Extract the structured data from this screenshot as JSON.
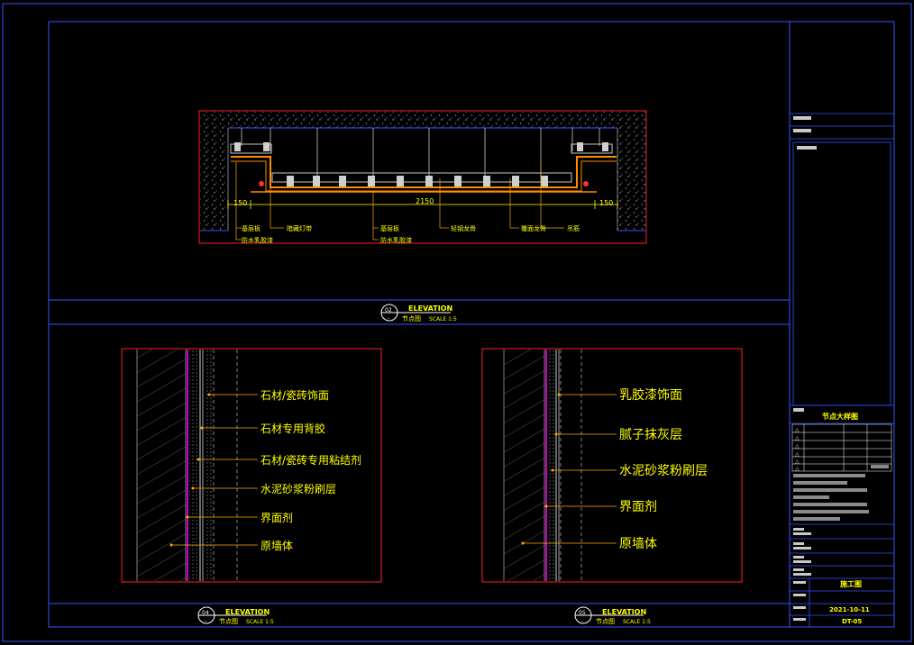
{
  "detail_02": {
    "dimensions": [
      "150",
      "2150",
      "150"
    ],
    "labels": [
      "基层板",
      "防水乳胶漆",
      "暗藏灯带",
      "基层板",
      "防水乳胶漆",
      "轻钢龙骨",
      "覆面龙骨",
      "吊筋"
    ],
    "title": {
      "number": "02",
      "marker": "-",
      "main": "ELEVATION",
      "sub": "节点图",
      "scale": "SCALE 1:5"
    }
  },
  "detail_04": {
    "labels": [
      "石材/瓷砖饰面",
      "石材专用背胶",
      "石材/瓷砖专用粘结剂",
      "水泥砂浆粉刷层",
      "界面剂",
      "原墙体"
    ],
    "title": {
      "number": "04",
      "marker": "-",
      "main": "ELEVATION",
      "sub": "节点图",
      "scale": "SCALE 1:5"
    }
  },
  "detail_05": {
    "labels": [
      "乳胶漆饰面",
      "腻子抹灰层",
      "水泥砂浆粉刷层",
      "界面剂",
      "原墙体"
    ],
    "title": {
      "number": "05",
      "marker": "-",
      "main": "ELEVATION",
      "sub": "节点图",
      "scale": "SCALE 1:5"
    }
  },
  "title_block": {
    "drawing_name": "节点大样图",
    "status": "施工图",
    "date": "2021-10-11",
    "sheet_number": "DT-05",
    "revision_marks": [
      "△",
      "△",
      "△",
      "△",
      "△",
      "△"
    ]
  },
  "colors": {
    "background": "#000000",
    "frame": "#3355ff",
    "detail_border": "#ff2020",
    "annotation": "#ffff00",
    "leader": "#ffaa00",
    "hatch": "#808080",
    "finish_layer": "#ff00ff",
    "frame_member": "#ff8c00"
  }
}
